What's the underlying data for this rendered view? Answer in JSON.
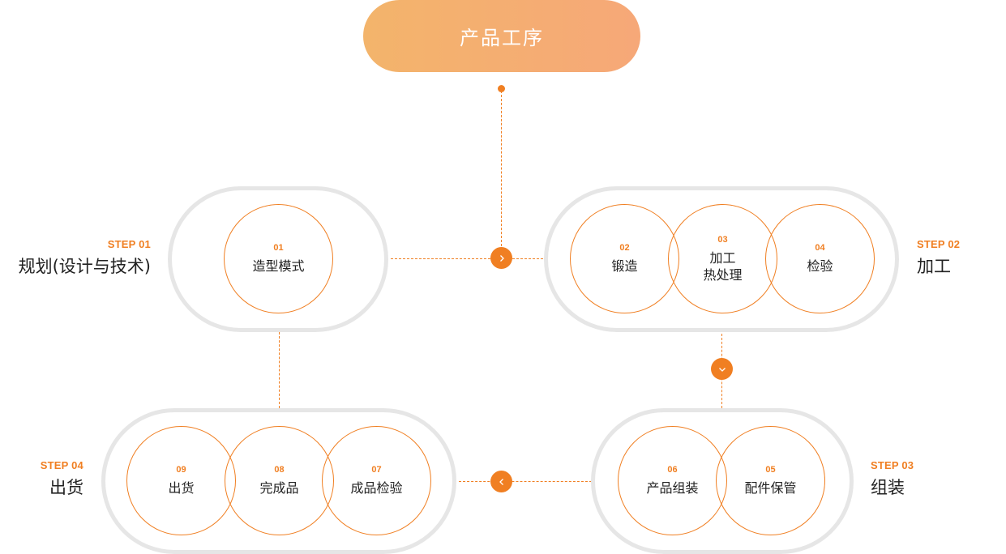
{
  "header": {
    "title": "产品工序"
  },
  "steps": [
    {
      "label": "STEP 01",
      "name": "规划(设计与技术)",
      "processes": [
        {
          "num": "01",
          "name": "造型模式"
        }
      ]
    },
    {
      "label": "STEP 02",
      "name": "加工",
      "processes": [
        {
          "num": "02",
          "name": "锻造"
        },
        {
          "num": "03",
          "name": "加工\n热处理"
        },
        {
          "num": "04",
          "name": "检验"
        }
      ]
    },
    {
      "label": "STEP 03",
      "name": "组装",
      "processes": [
        {
          "num": "06",
          "name": "产品组装"
        },
        {
          "num": "05",
          "name": "配件保管"
        }
      ]
    },
    {
      "label": "STEP 04",
      "name": "出货",
      "processes": [
        {
          "num": "09",
          "name": "出货"
        },
        {
          "num": "08",
          "name": "完成品"
        },
        {
          "num": "07",
          "name": "成品检验"
        }
      ]
    }
  ],
  "colors": {
    "accent": "#f07f22",
    "capsule_border": "#e6e6e6",
    "title_gradient_start": "#f3b46b",
    "title_gradient_end": "#f6a878"
  },
  "icons": {
    "right": "chevron-right-icon",
    "down": "chevron-down-icon",
    "left": "chevron-left-icon"
  }
}
